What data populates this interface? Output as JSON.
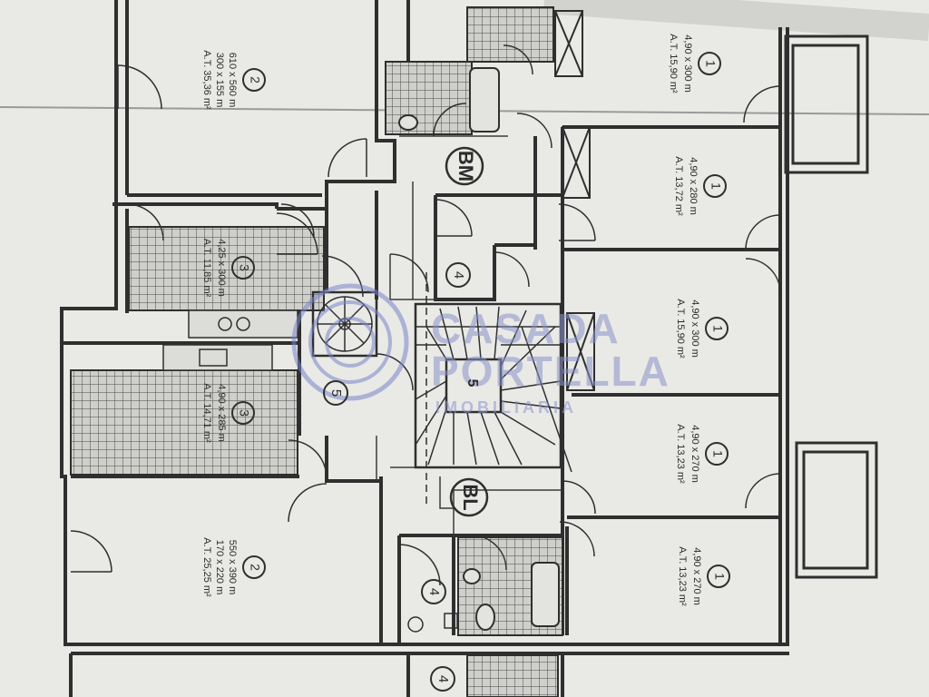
{
  "plan": {
    "colors": {
      "paper": "#e9e9e6",
      "wall": "#2f2f2f",
      "line": "#3a3a3a",
      "watermark": "#7a86c8",
      "tile": "#5a5a5a"
    },
    "rooms": [
      {
        "id": "r1a",
        "num": "1",
        "dims": "4,90 x 300 m",
        "area": "A.T. 15,90 m²"
      },
      {
        "id": "r1b",
        "num": "1",
        "dims": "4,90 x 280 m",
        "area": "A.T. 13,72 m²"
      },
      {
        "id": "r1c",
        "num": "1",
        "dims": "4,90 x 300 m",
        "area": "A.T. 15,90 m²"
      },
      {
        "id": "r1d",
        "num": "1",
        "dims": "4,90 x 270 m",
        "area": "A.T. 13,23 m²"
      },
      {
        "id": "r1e",
        "num": "1",
        "dims": "4,90 x 270 m",
        "area": "A.T. 13,23 m²"
      },
      {
        "id": "r2a",
        "num": "2",
        "dims": "610 x 560 m",
        "dims2": "300 x 155 m",
        "area": "A.T. 35,36 m²"
      },
      {
        "id": "r2b",
        "num": "2",
        "dims": "550 x 390 m",
        "dims2": "170 x 220 m",
        "area": "A.T. 25,25 m²"
      },
      {
        "id": "r3a",
        "num": "3",
        "dims": "4,25 x 300 m",
        "area": "A.T. 11,85 m²"
      },
      {
        "id": "r3b",
        "num": "3",
        "dims": "4,90 x 285 m",
        "area": "A.T. 14,71 m²"
      }
    ],
    "markers": {
      "bm": "BM",
      "bl": "BL",
      "four_a": "4",
      "four_b": "4",
      "four_c": "4",
      "five_a": "5",
      "five_b": "5"
    },
    "watermark": {
      "line1": "CASADA",
      "line2": "PORTELLA",
      "line3": "IMOBILIARIA"
    }
  }
}
